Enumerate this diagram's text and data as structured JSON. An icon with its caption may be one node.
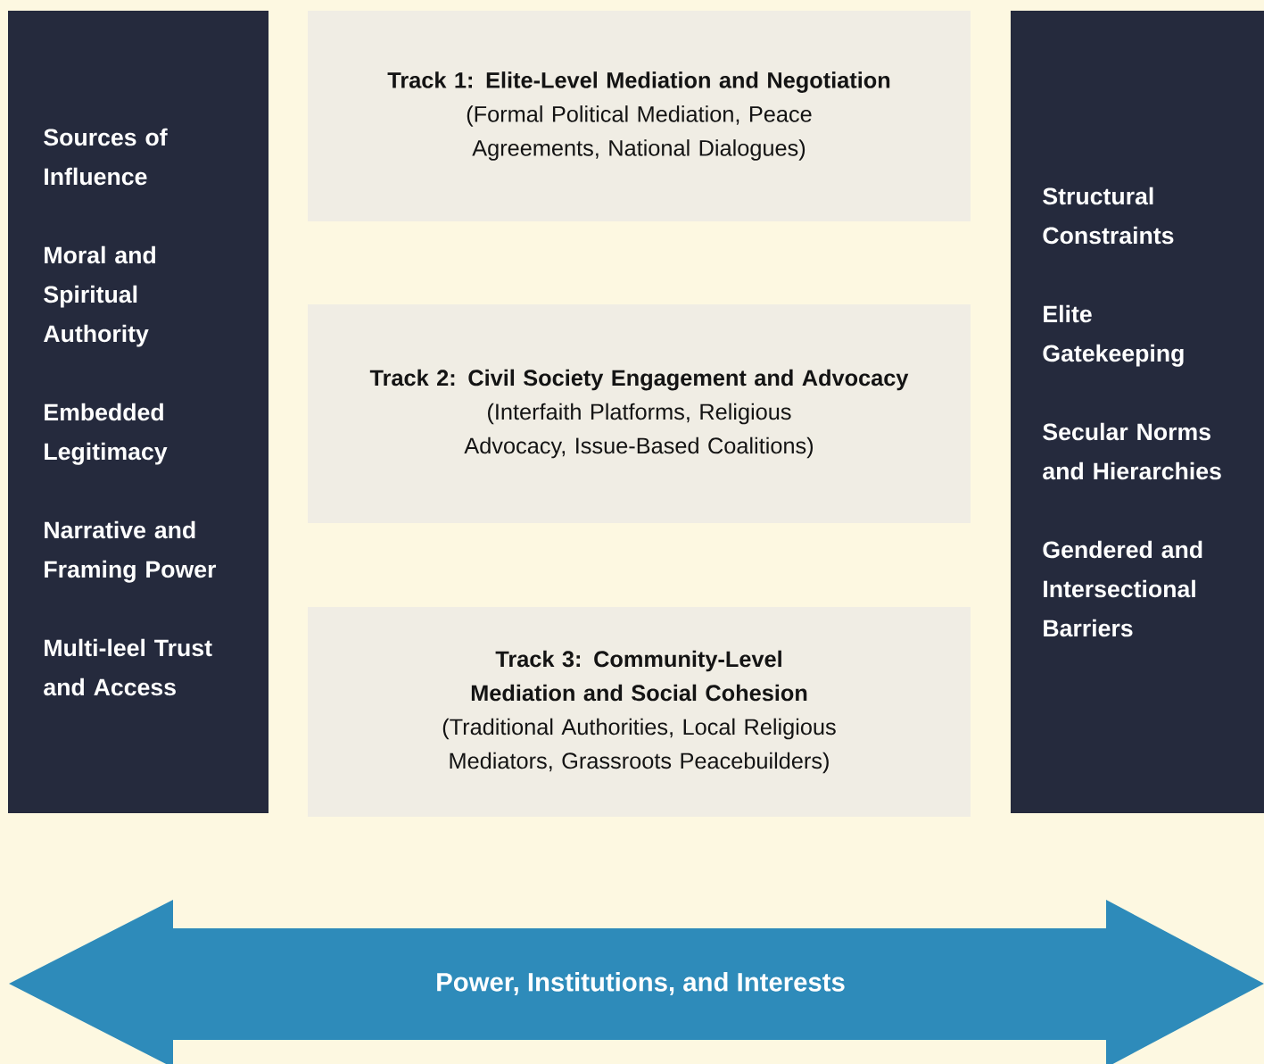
{
  "diagram": {
    "nodes": [
      {
        "text": [
          "Sources of Influence",
          "Moral and Spiritual Authority",
          "Embedded Legitimacy",
          "Narrative and Framing Power",
          "Multi-leel Trust and Access"
        ]
      },
      {
        "text": [
          "Track 1: Elite-Level Mediation and Negotiation",
          "(Formal Political Mediation, Peace Agreements, National Dialogues)"
        ]
      },
      {
        "text": [
          "Track 2: Civil Society Engagement and Advocacy",
          "(Interfaith Platforms, Religious Advocacy, Issue-Based Coalitions)"
        ]
      },
      {
        "text": [
          "Track 3: Community-Level Mediation and Social Cohesion",
          "(Traditional Authorities, Local Religious Mediators, Grassroots Peacebuilders)"
        ]
      },
      {
        "text": [
          "Structural Constraints",
          "Elite Gatekeeping",
          "Secular Norms and Hierarchies",
          "Gendered and Intersectional Barriers"
        ]
      },
      {
        "text": [
          "Power, Institutions, and Interests"
        ]
      }
    ]
  }
}
